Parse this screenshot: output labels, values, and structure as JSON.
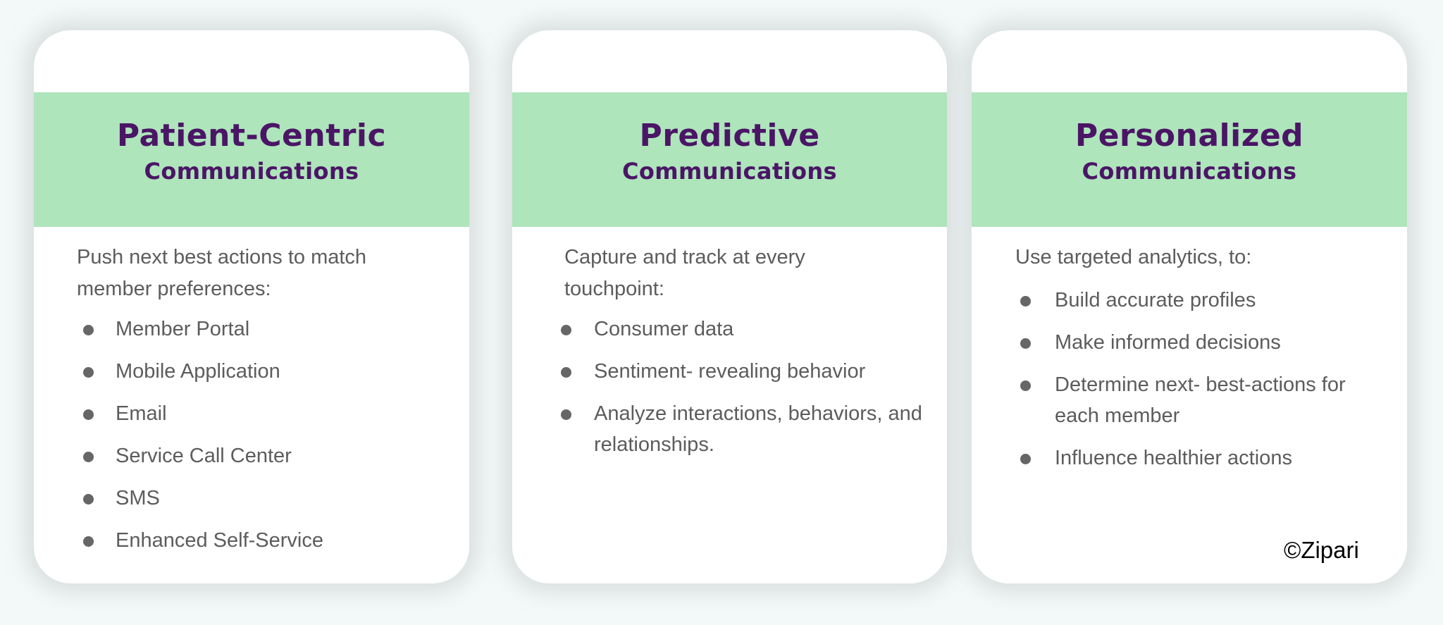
{
  "colors": {
    "background": "#f3f8f8",
    "card": "#ffffff",
    "header_band": "#aee5bb",
    "title": "#4b1566",
    "body_text": "#5c5c5c",
    "bullet": "#666666"
  },
  "cards": [
    {
      "title": "Patient-Centric",
      "subtitle": "Communications",
      "intro": "Push next best actions to match member preferences:",
      "items": [
        "Member Portal",
        "Mobile Application",
        "Email",
        "Service Call Center",
        "SMS",
        "Enhanced Self-Service"
      ]
    },
    {
      "title": "Predictive",
      "subtitle": "Communications",
      "intro": "Capture and track at every touchpoint:",
      "items": [
        "Consumer data",
        "Sentiment- revealing behavior",
        "Analyze interactions, behaviors, and relationships."
      ]
    },
    {
      "title": "Personalized",
      "subtitle": "Communications",
      "intro": "Use targeted analytics, to:",
      "items": [
        "Build accurate profiles",
        "Make informed decisions",
        "Determine next- best-actions for each member",
        "Influence healthier actions"
      ]
    }
  ],
  "copyright": "©Zipari"
}
